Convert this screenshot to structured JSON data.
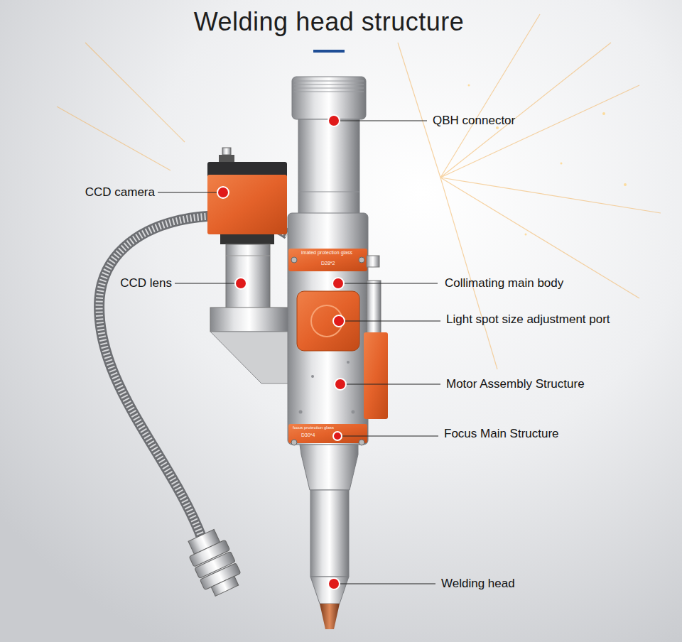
{
  "diagram": {
    "title": "Welding head structure",
    "labels": [
      "QBH connector",
      "CCD camera",
      "imated protection glass",
      "D28*2",
      "Collimating main body",
      "CCD lens",
      "Light spot size adjustment port",
      "Motor Assembly Structure",
      "focus protection glass",
      "D30*4",
      "Focus Main Structure",
      "Welding head"
    ]
  }
}
